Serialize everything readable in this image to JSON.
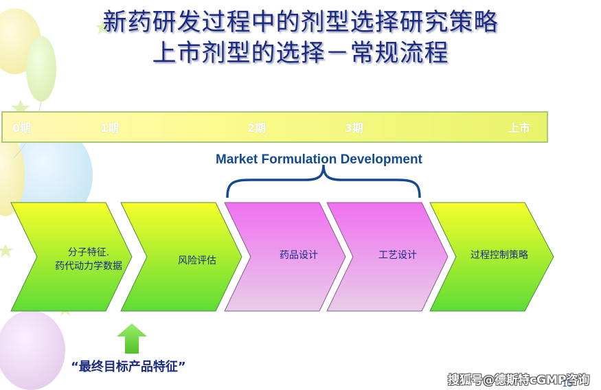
{
  "title": {
    "line1": "新药研发过程中的剂型选择研究策略",
    "line2": "上市剂型的选择－常规流程"
  },
  "timeline": {
    "phases": [
      "0期",
      "1期",
      "2期",
      "3期",
      "上市"
    ]
  },
  "bracket_label": "Market Formulation Development",
  "steps": [
    {
      "line1": "分子特征.",
      "line2": "药代动力学数据",
      "color": "#c8f04a"
    },
    {
      "line1": "风险评估",
      "line2": "",
      "color": "#c8f04a"
    },
    {
      "line1": "药品设计",
      "line2": "",
      "color": "#f07ef0"
    },
    {
      "line1": "工艺设计",
      "line2": "",
      "color": "#f07ef0"
    },
    {
      "line1": "过程控制策略",
      "line2": "",
      "color": "#c8f04a"
    }
  ],
  "caption": "“最终目标产品特征”",
  "watermark": "搜狐号@德斯特cGMP咨询",
  "page_number": "15",
  "colors": {
    "title": "#1b2a80",
    "green_chevron": "#c8f04a",
    "pink_chevron": "#f07ef0",
    "brace": "#13498f",
    "arrow": "#66d43c"
  }
}
